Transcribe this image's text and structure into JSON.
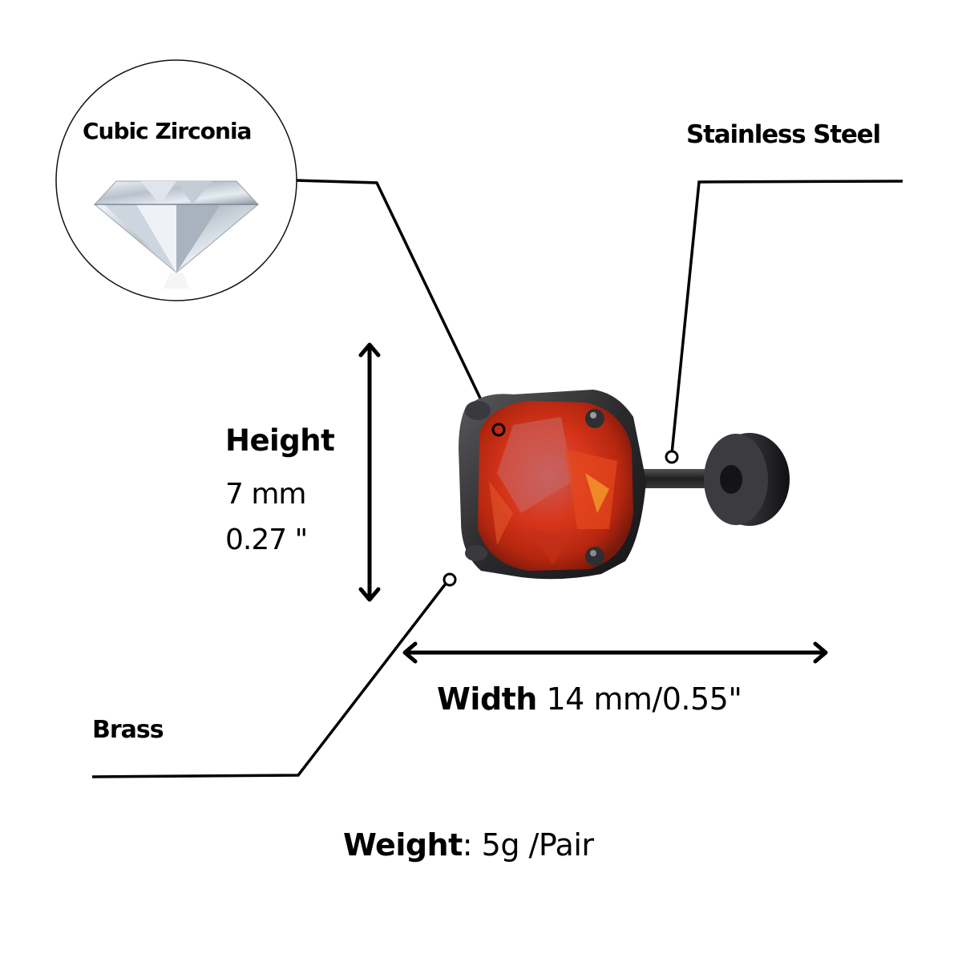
{
  "product": {
    "type": "stud earring",
    "gem_color": "#d63a1e",
    "metal_color": "#2b2b2e"
  },
  "callouts": {
    "cubic_zirconia": {
      "label": "Cubic Zirconia"
    },
    "stainless_steel": {
      "label": "Stainless Steel"
    },
    "brass": {
      "label": "Brass"
    }
  },
  "dimensions": {
    "height": {
      "title": "Height",
      "mm": "7 mm",
      "inches": "0.27 \""
    },
    "width": {
      "title": "Width",
      "value": " 14 mm/0.55\""
    },
    "weight": {
      "title": "Weight",
      "value": ": 5g /Pair"
    }
  },
  "icons": {
    "diamond": "diamond-icon",
    "height_arrow": "double-arrow-vertical-icon",
    "width_arrow": "double-arrow-horizontal-icon"
  }
}
